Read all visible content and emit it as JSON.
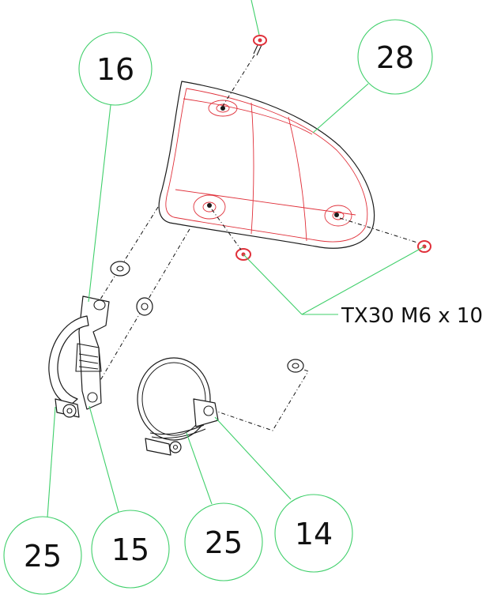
{
  "diagram": {
    "colors": {
      "leader": "#3fcf6a",
      "outline": "#1a1a1a",
      "highlight": "#e0303a"
    },
    "callouts": [
      {
        "id": "c16",
        "label": "16"
      },
      {
        "id": "c28",
        "label": "28"
      },
      {
        "id": "c25a",
        "label": "25"
      },
      {
        "id": "c15",
        "label": "15"
      },
      {
        "id": "c25b",
        "label": "25"
      },
      {
        "id": "c14",
        "label": "14"
      }
    ],
    "fastener_spec": "TX30 M6 x 10"
  }
}
